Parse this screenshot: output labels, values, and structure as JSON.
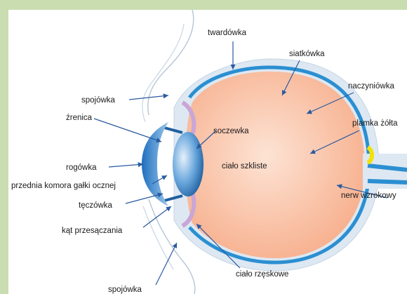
{
  "diagram": {
    "labels": {
      "twardowka": "twardówka",
      "siatkowka": "siatkówka",
      "naczyniowka": "naczyniówka",
      "plamka_zolta": "plamka żółta",
      "spojowka_top": "spojówka",
      "zrenica": "źrenica",
      "soczewka": "soczewka",
      "cialo_szkliste": "ciało szkliste",
      "rogowka": "rogówka",
      "przednia_komora": "przednia komora gałki ocznej",
      "nerw_wzrokowy": "nerw wzrokowy",
      "teczowka": "tęczówka",
      "kat_przesaczania": "kąt przesączania",
      "cialo_rzeskowe": "ciało rzęskowe",
      "spojowka_bottom": "spojówka"
    },
    "colors": {
      "frame": "#c9ddb0",
      "vitreous": "#fbc8ad",
      "retina": "#2b8fd1",
      "sclera": "#dde8f2",
      "lens": "#3a7fc4",
      "macula": "#f2e200",
      "arrows": "#2a5aa0"
    }
  }
}
